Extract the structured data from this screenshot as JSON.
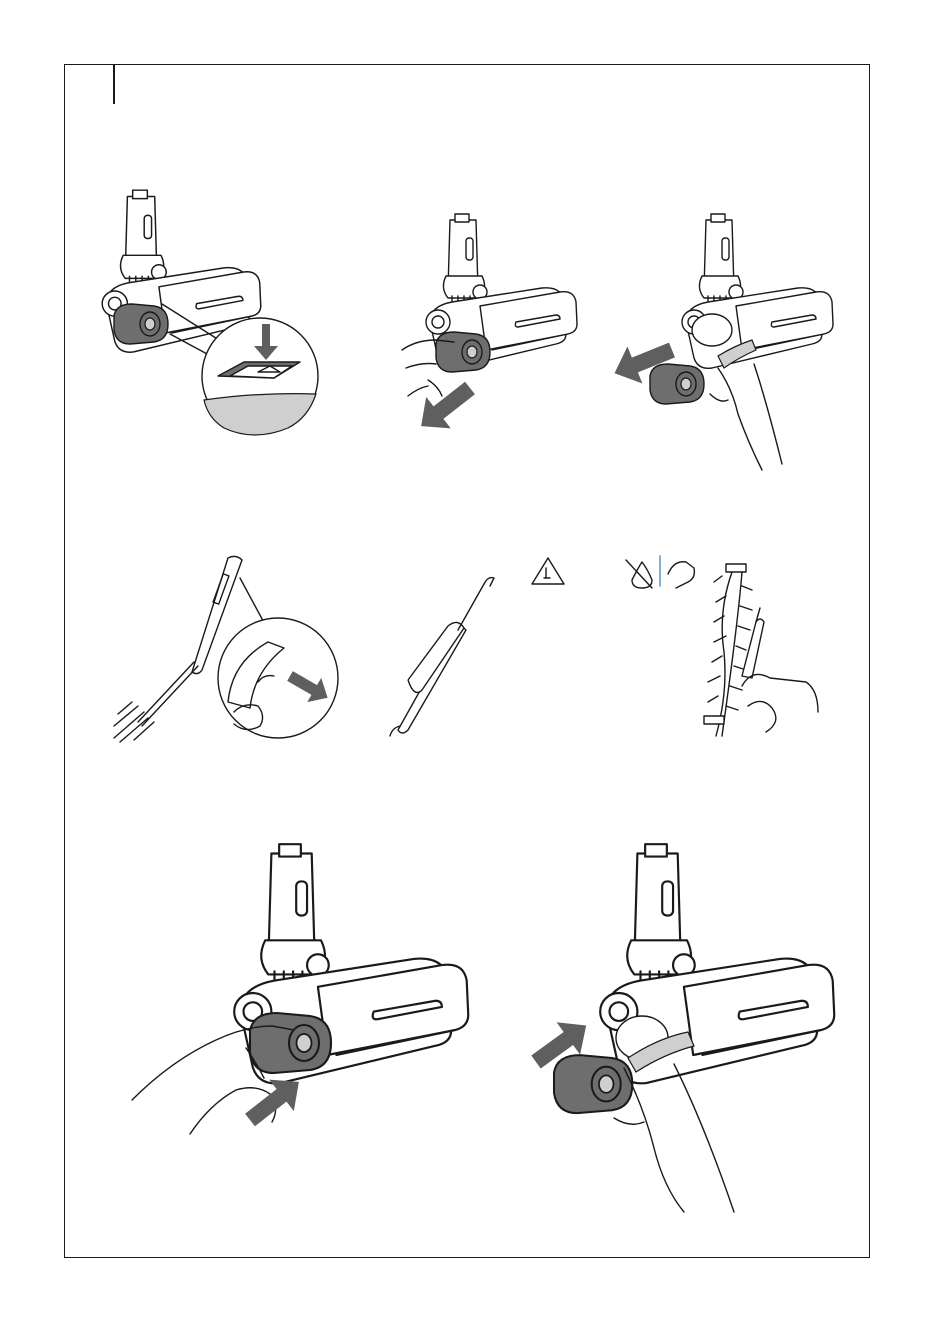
{
  "document": {
    "layout": "instruction-illustration-page",
    "panels": [
      {
        "id": "nozzle-release-button",
        "icon": "press-release-button-icon"
      },
      {
        "id": "pull-off-end-cap",
        "icon": "pull-end-cap-icon"
      },
      {
        "id": "remove-brush-roll",
        "icon": "remove-brush-roll-icon"
      },
      {
        "id": "cleaning-brush-tool",
        "icon": "cleaning-brush-icon"
      },
      {
        "id": "hair-cutter-tool",
        "icon": "hair-cutter-icon"
      },
      {
        "id": "cut-hair-from-brush-roll",
        "icon": "cut-hair-icon"
      },
      {
        "id": "refit-end-cap",
        "icon": "refit-end-cap-icon"
      },
      {
        "id": "insert-brush-roll",
        "icon": "insert-brush-roll-icon"
      }
    ],
    "symbols": {
      "warning": "sharp-edge-warning-icon",
      "no_water": "no-water-icon",
      "hand_wash": "hand-clean-icon"
    },
    "colors": {
      "line": "#1a1a1a",
      "arrow": "#5f5f5f",
      "part_dark": "#6e6e6e",
      "part_light": "#cfcfcf"
    }
  }
}
